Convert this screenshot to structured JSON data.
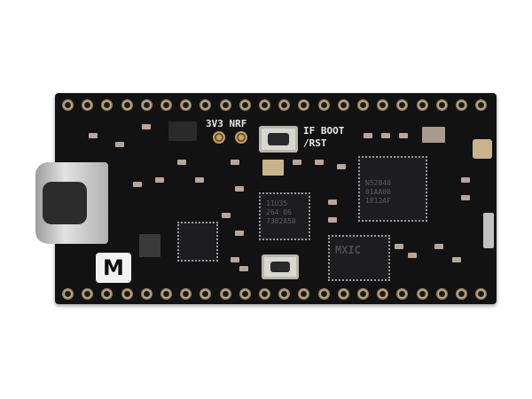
{
  "board": {
    "silkscreen": {
      "pads_label": "3V3 NRF",
      "button_label_1": "IF BOOT",
      "button_label_2": "/RST"
    },
    "chips": {
      "mcu": [
        "N52840",
        "01AA00",
        "1812AF"
      ],
      "interface": [
        "11U35",
        "264 06",
        "7382A50"
      ],
      "flash": [
        "MXIC"
      ]
    },
    "logo": "M",
    "colors": {
      "board": "#121212",
      "pins": "#c9b79a",
      "usb": "#c8c8c8"
    }
  }
}
